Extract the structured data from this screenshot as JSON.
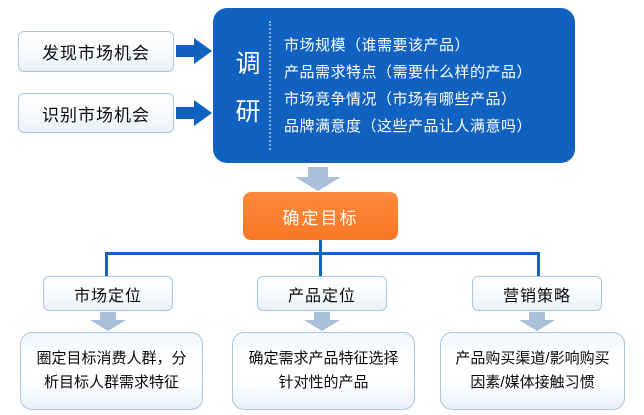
{
  "colors": {
    "primary_blue": "#1161c1",
    "accent_orange": "#fa7723",
    "soft_arrow_blue": "#a9bfda",
    "box_border_blue": "#a9c6e3"
  },
  "left_inputs": [
    {
      "label": "发现市场机会"
    },
    {
      "label": "识别市场机会"
    }
  ],
  "research": {
    "title": "调研",
    "title_chars": [
      "调",
      "研"
    ],
    "items": [
      "市场规模（谁需要该产品）",
      "产品需求特点（需要什么样的产品）",
      "市场竞争情况（市场有哪些产品）",
      "品牌满意度（这些产品让人满意吗）"
    ]
  },
  "goal": {
    "label": "确定目标"
  },
  "branches": [
    {
      "label": "市场定位",
      "detail_lines": [
        "圈定目标消费人群，分",
        "析目标人群需求特征"
      ]
    },
    {
      "label": "产品定位",
      "detail_lines": [
        "确定需求产品特征选择",
        "针对性的产品"
      ]
    },
    {
      "label": "营销策略",
      "detail_lines": [
        "产品购买渠道/影响购买",
        "因素/媒体接触习惯"
      ]
    }
  ]
}
